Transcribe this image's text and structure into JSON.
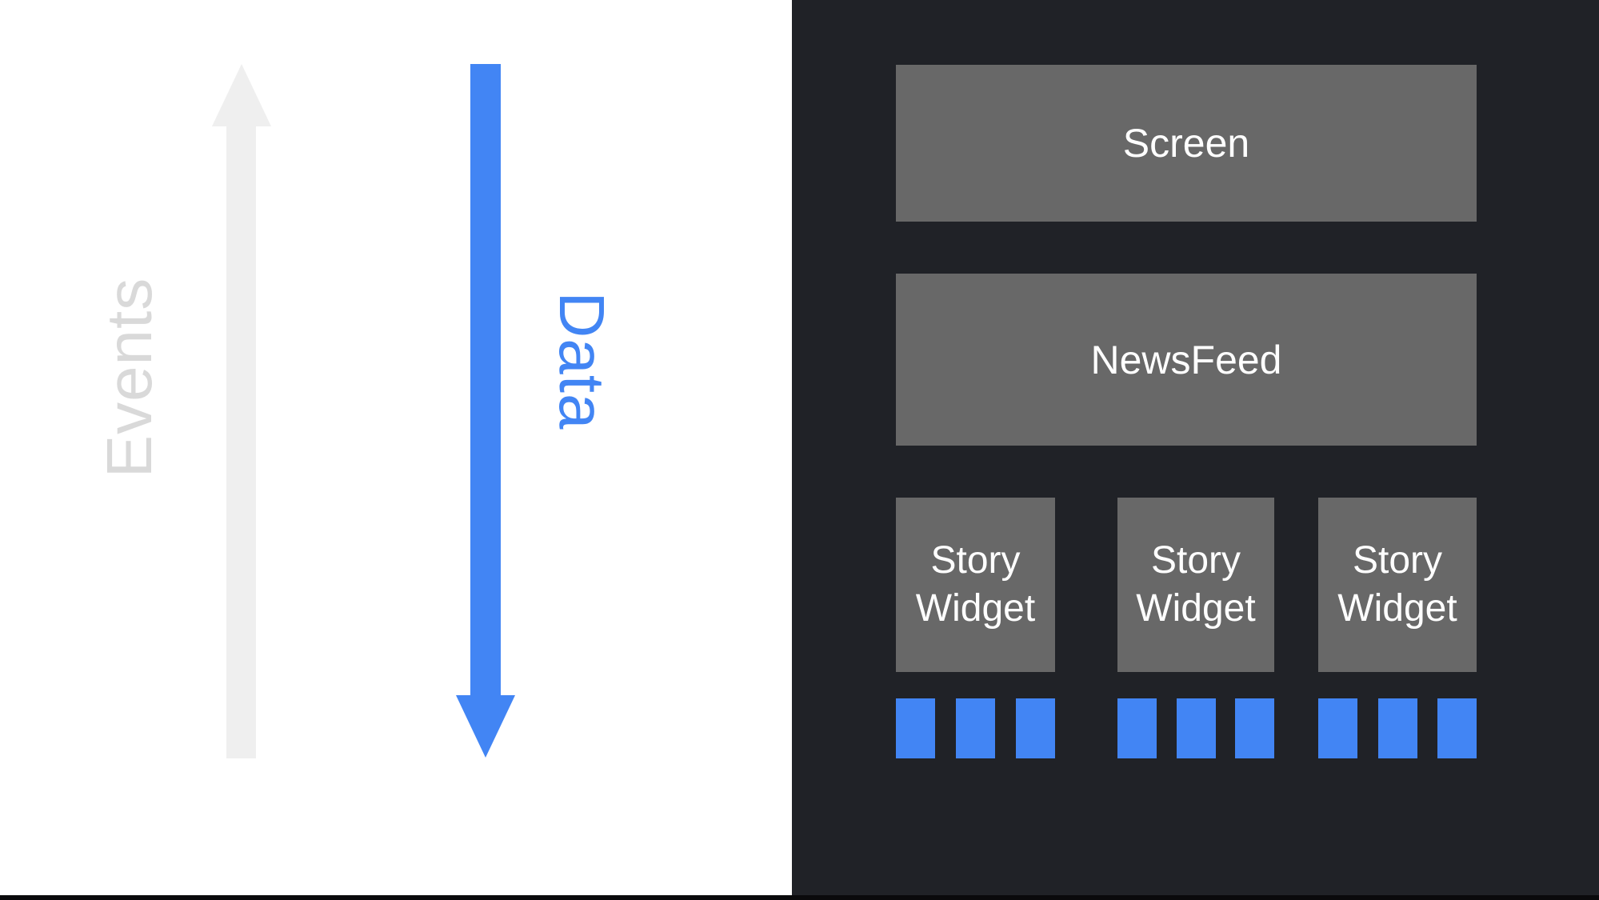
{
  "slide": {
    "left": {
      "events_arrow": {
        "label": "Events",
        "direction": "up"
      },
      "data_arrow": {
        "label": "Data",
        "direction": "down"
      }
    },
    "right": {
      "screen": {
        "label": "Screen"
      },
      "newsfeed": {
        "label": "NewsFeed"
      },
      "story_widgets": [
        {
          "label": "Story Widget",
          "data_squares": 3
        },
        {
          "label": "Story Widget",
          "data_squares": 3
        },
        {
          "label": "Story Widget",
          "data_squares": 3
        }
      ]
    },
    "colors": {
      "background_left": "#ffffff",
      "background_right": "#202227",
      "widget_box_gray": "#686868",
      "accent_blue": "#4285f4",
      "events_text_gray": "#d9d9d9",
      "events_arrow_gray": "#efefef",
      "box_text": "#ffffff",
      "bottom_bar": "#0a0a0c"
    }
  }
}
